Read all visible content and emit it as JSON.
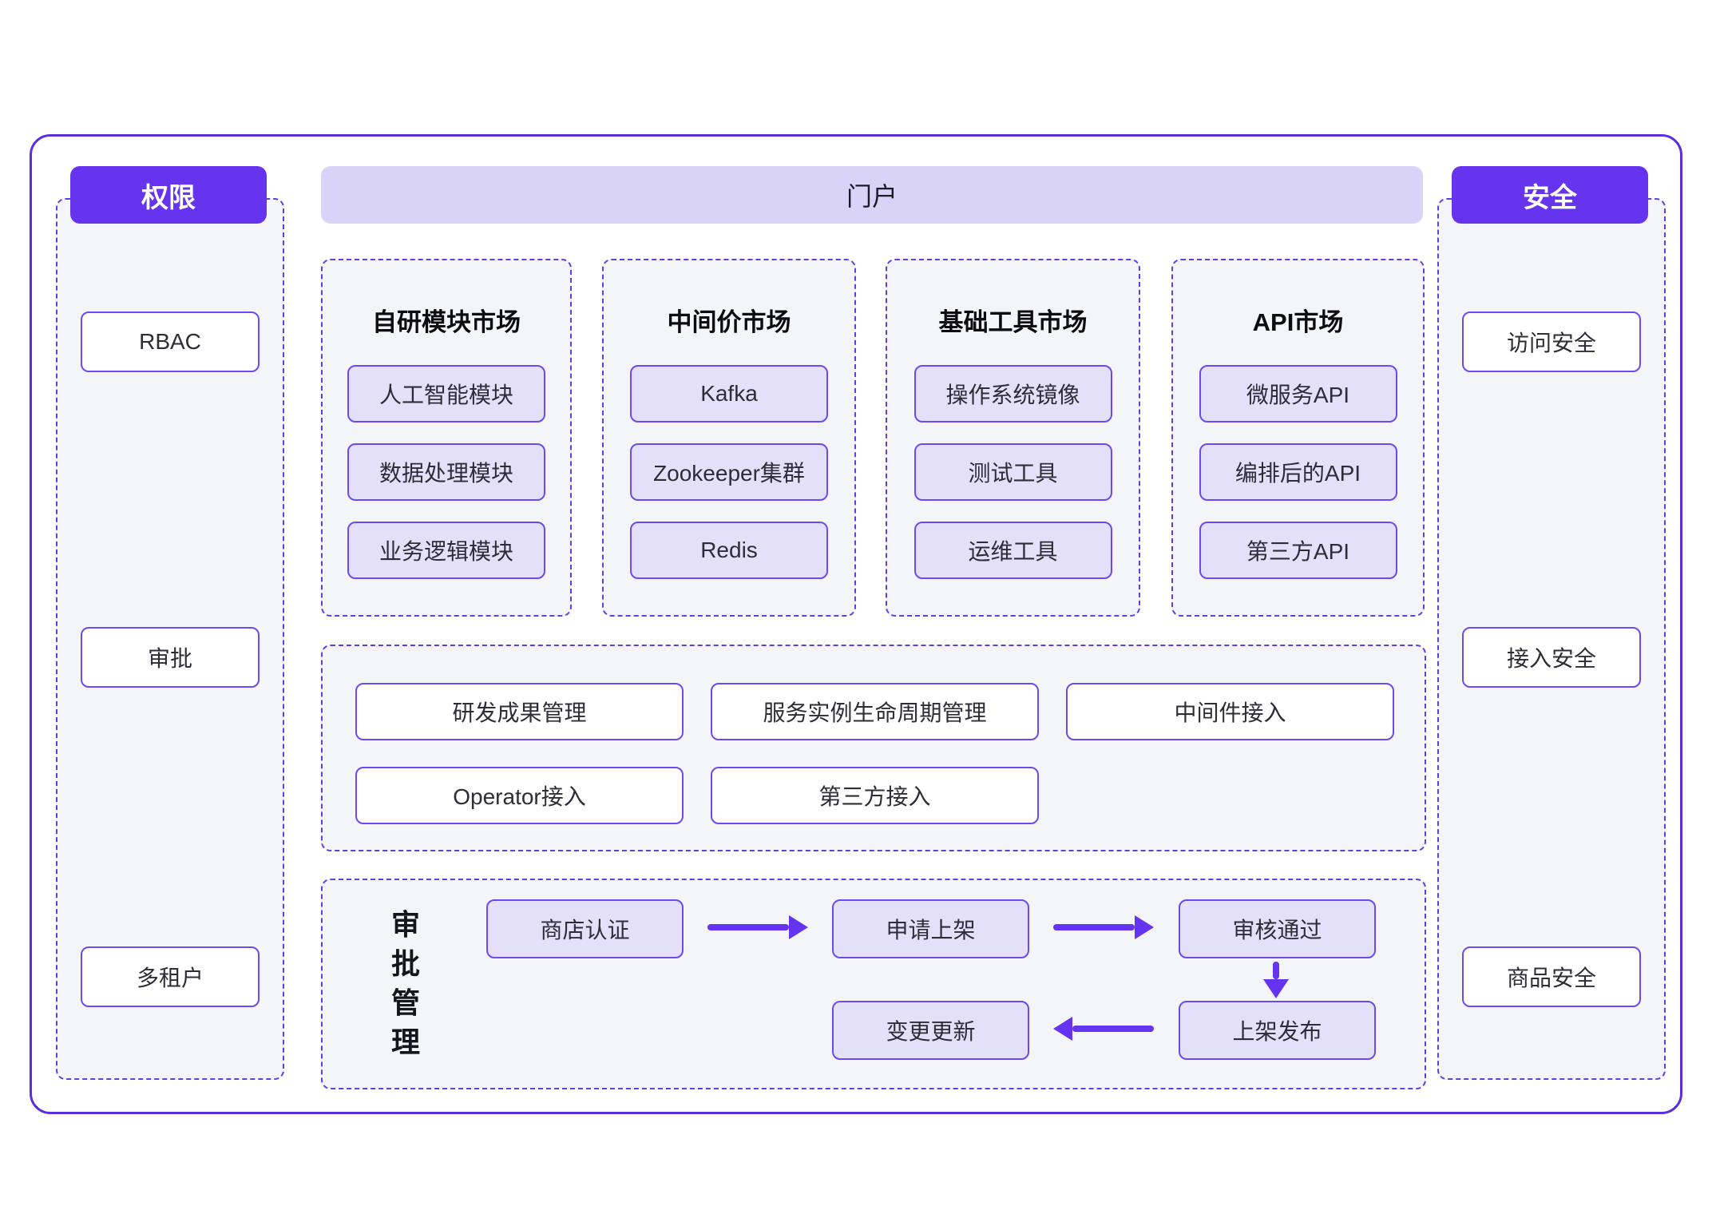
{
  "palette": {
    "primary_header": "#6633EE",
    "outer_border": "#5B2EDF",
    "portal_header_bg": "#D9D3F8",
    "item_box_bg": "#E4E0F9",
    "box_border": "#6D4AEF",
    "dashed_border": "#5F3FE4",
    "panel_bg": "#F4F5F9",
    "arrow": "#6533F2"
  },
  "left_panel": {
    "header": "权限",
    "items": [
      "RBAC",
      "审批",
      "多租户"
    ]
  },
  "portal": {
    "header": "门户",
    "markets": [
      {
        "title": "自研模块市场",
        "items": [
          "人工智能模块",
          "数据处理模块",
          "业务逻辑模块"
        ]
      },
      {
        "title": "中间价市场",
        "items": [
          "Kafka",
          "Zookeeper集群",
          "Redis"
        ]
      },
      {
        "title": "基础工具市场",
        "items": [
          "操作系统镜像",
          "测试工具",
          "运维工具"
        ]
      },
      {
        "title": "API市场",
        "items": [
          "微服务API",
          "编排后的API",
          "第三方API"
        ]
      }
    ]
  },
  "management": {
    "row1": [
      "研发成果管理",
      "服务实例生命周期管理",
      "中间件接入"
    ],
    "row2": [
      "Operator接入",
      "第三方接入"
    ]
  },
  "approval": {
    "label": "审批管理",
    "label_chars": [
      "审",
      "批",
      "管",
      "理"
    ],
    "nodes": [
      "商店认证",
      "申请上架",
      "审核通过",
      "上架发布",
      "变更更新"
    ]
  },
  "right_panel": {
    "header": "安全",
    "items": [
      "访问安全",
      "接入安全",
      "商品安全"
    ]
  }
}
